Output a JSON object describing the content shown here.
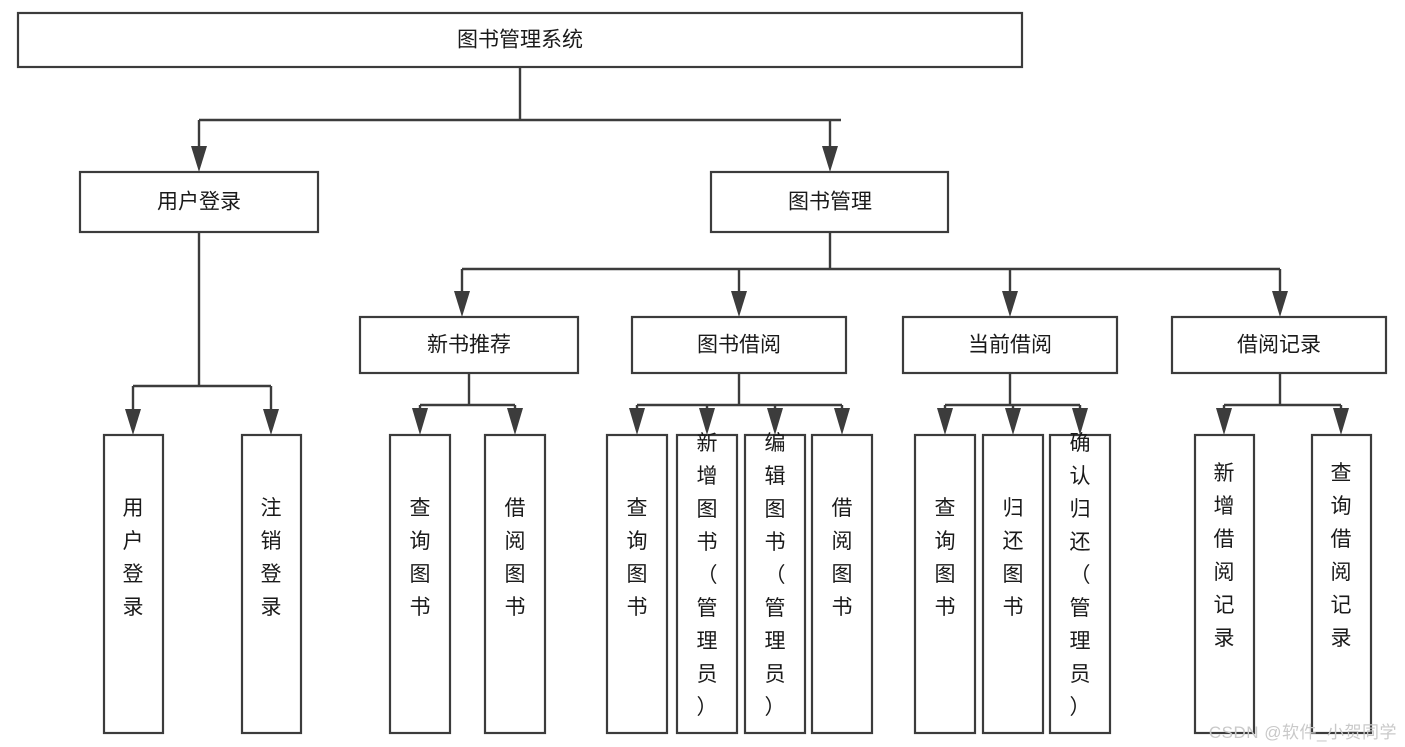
{
  "diagram": {
    "type": "tree",
    "title": "图书管理系统",
    "orientation": "top-down",
    "colors": {
      "box_stroke": "#3c3c3c",
      "box_fill": "#ffffff",
      "connector": "#3c3c3c",
      "text": "#1a1a1a",
      "background": "#ffffff",
      "watermark": "#c9c9c9"
    },
    "root": {
      "label": "图书管理系统"
    },
    "level2": [
      {
        "label": "用户登录"
      },
      {
        "label": "图书管理"
      }
    ],
    "level3": [
      {
        "label": "新书推荐"
      },
      {
        "label": "图书借阅"
      },
      {
        "label": "当前借阅"
      },
      {
        "label": "借阅记录"
      }
    ],
    "leaves_user_login": [
      {
        "label": "用户登录"
      },
      {
        "label": "注销登录"
      }
    ],
    "leaves_new_books": [
      {
        "label": "查询图书"
      },
      {
        "label": "借阅图书"
      }
    ],
    "leaves_borrow": [
      {
        "label": "查询图书"
      },
      {
        "label": "新增图书（管理员）"
      },
      {
        "label": "编辑图书（管理员）"
      },
      {
        "label": "借阅图书"
      }
    ],
    "leaves_current": [
      {
        "label": "查询图书"
      },
      {
        "label": "归还图书"
      },
      {
        "label": "确认归还（管理员）"
      }
    ],
    "leaves_records": [
      {
        "label": "新增借阅记录"
      },
      {
        "label": "查询借阅记录"
      }
    ]
  },
  "watermark": {
    "text": "CSDN @软件_小贺同学"
  }
}
